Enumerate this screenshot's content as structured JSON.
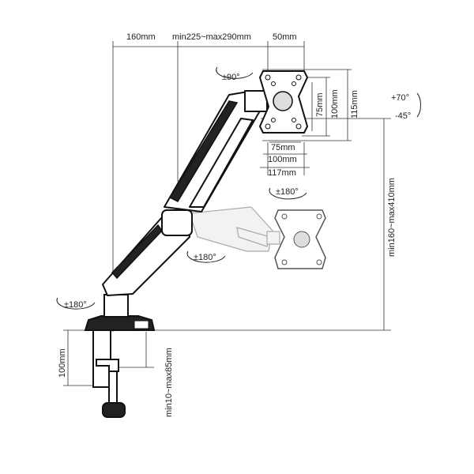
{
  "dimensions": {
    "arm_offset": "160mm",
    "arm_length": "min225~max290mm",
    "head_offset": "50mm",
    "vesa_small": "75mm",
    "vesa_large": "100mm",
    "plate_height": "115mm",
    "vesa_h_small": "75mm",
    "vesa_h_large": "100mm",
    "plate_width": "117mm",
    "height_range": "min160~max410mm",
    "clamp_height": "100mm",
    "desk_thickness": "min10~max85mm"
  },
  "rotations": {
    "head_rotate": "±90°",
    "tilt_up": "+70°",
    "tilt_down": "-45°",
    "swivel_head": "±180°",
    "swivel_elbow": "±180°",
    "swivel_base": "±180°"
  }
}
